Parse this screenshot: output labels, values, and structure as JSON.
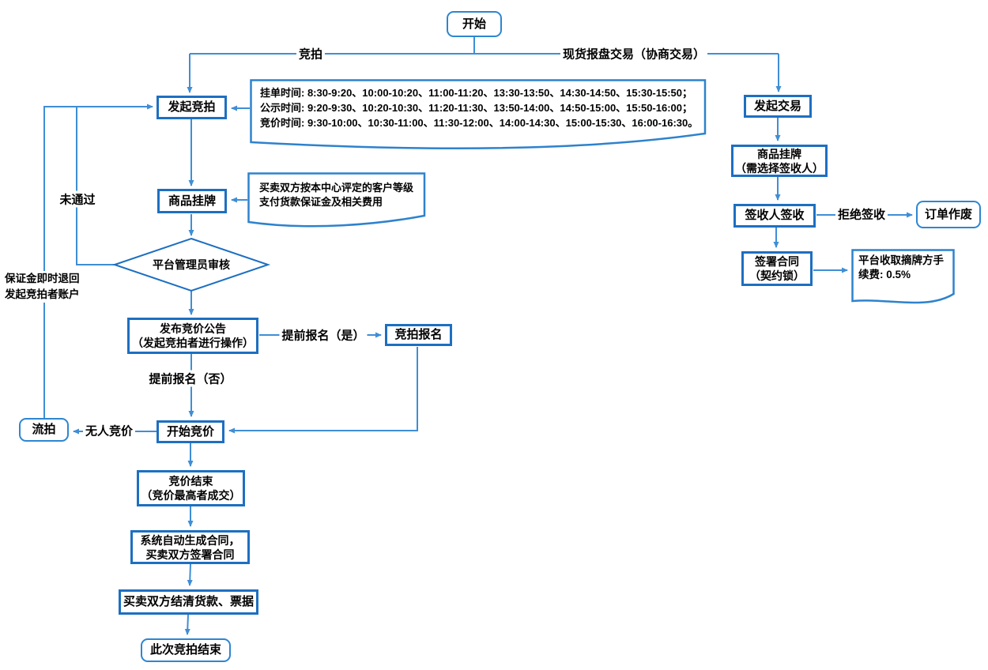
{
  "diagram_type": "flowchart",
  "colors": {
    "box_border": "#1d6fc1",
    "terminal_border": "#2e86d0",
    "connector": "#3f8ed6",
    "annotation_border": "#2e82cd",
    "text": "#000000",
    "background": "#ffffff"
  },
  "nodes": {
    "start": {
      "label": "开始"
    },
    "initiate_auction": {
      "label": "发起竞拍"
    },
    "product_listing": {
      "label": "商品挂牌"
    },
    "admin_review": {
      "label": "平台管理员审核"
    },
    "publish_announcement": {
      "lines": [
        "发布竞价公告",
        "（发起竞拍者进行操作）"
      ]
    },
    "auction_signup": {
      "label": "竞拍报名"
    },
    "start_bidding": {
      "label": "开始竞价"
    },
    "failed_auction": {
      "label": "流拍"
    },
    "bidding_end": {
      "lines": [
        "竞价结束",
        "（竞价最高者成交）"
      ]
    },
    "contract_generation": {
      "lines": [
        "系统自动生成合同，",
        "买卖双方签署合同"
      ]
    },
    "settlement": {
      "label": "买卖双方结清货款、票据"
    },
    "auction_finished": {
      "label": "此次竞拍结束"
    },
    "initiate_trade": {
      "label": "发起交易"
    },
    "listing_select_recipient": {
      "lines": [
        "商品挂牌",
        "（需选择签收人）"
      ]
    },
    "recipient_sign": {
      "label": "签收人签收"
    },
    "order_void": {
      "label": "订单作废"
    },
    "sign_contract": {
      "lines": [
        "签署合同",
        "（契约锁）"
      ]
    }
  },
  "edge_labels": {
    "auction": "竞拍",
    "spot_trade": "现货报盘交易（协商交易）",
    "not_passed": "未通过",
    "deposit_refund": {
      "lines": [
        "保证金即时退回",
        "发起竞拍者账户"
      ]
    },
    "early_signup_yes": "提前报名（是）",
    "early_signup_no": "提前报名（否）",
    "no_bidders": "无人竞价",
    "refuse_sign": "拒绝签收"
  },
  "annotations": {
    "schedule": {
      "lines": [
        "挂单时间: 8:30-9:20、10:00-10:20、11:00-11:20、13:30-13:50、14:30-14:50、15:30-15:50；",
        "公示时间: 9:20-9:30、10:20-10:30、11:20-11:30、13:50-14:00、14:50-15:00、15:50-16:00；",
        "竞价时间: 9:30-10:00、10:30-11:00、11:30-12:00、14:00-14:30、15:00-15:30、16:00-16:30。"
      ]
    },
    "deposit_requirement": {
      "lines": [
        "买卖双方按本中心评定的客户等级",
        "支付货款保证金及相关费用"
      ]
    },
    "platform_fee": {
      "lines": [
        "平台收取摘牌方手",
        "续费: 0.5%"
      ]
    }
  }
}
